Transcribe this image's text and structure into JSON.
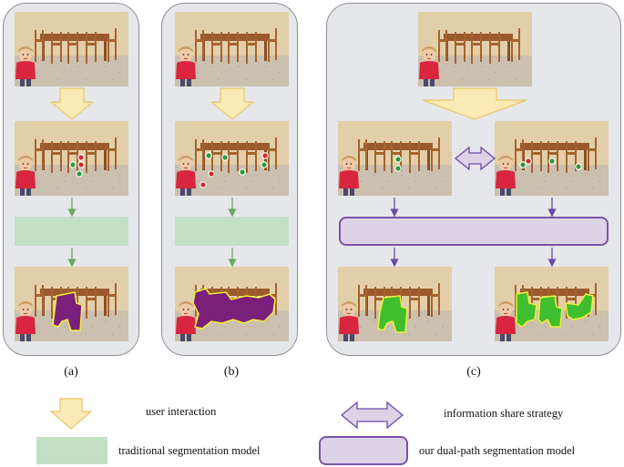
{
  "captions": {
    "a": "(a)",
    "b": "(b)",
    "c": "(c)"
  },
  "legend": {
    "user_interaction": "user interaction",
    "information_share": "information share strategy",
    "traditional_model": "traditional segmentation model",
    "dual_path_model": "our dual-path segmentation model"
  },
  "colors": {
    "panel_bg": "#e6e7ea",
    "panel_border": "#8e8f93",
    "arrow_yellow_fill": "#fbeab5",
    "arrow_yellow_stroke": "#e8c766",
    "traditional_model_fill": "#c3dfc6",
    "dual_path_fill": "#ddd3e6",
    "dual_path_border": "#7a53a8",
    "green_arrow": "#6aaa5e",
    "purple_arrow": "#6a4ba8",
    "mask_purple": "#7a1f7a",
    "mask_green": "#3fbf2f",
    "mask_outline": "#f2ee3a",
    "click_positive": "#2a9a3a",
    "click_negative": "#d42a2a"
  }
}
